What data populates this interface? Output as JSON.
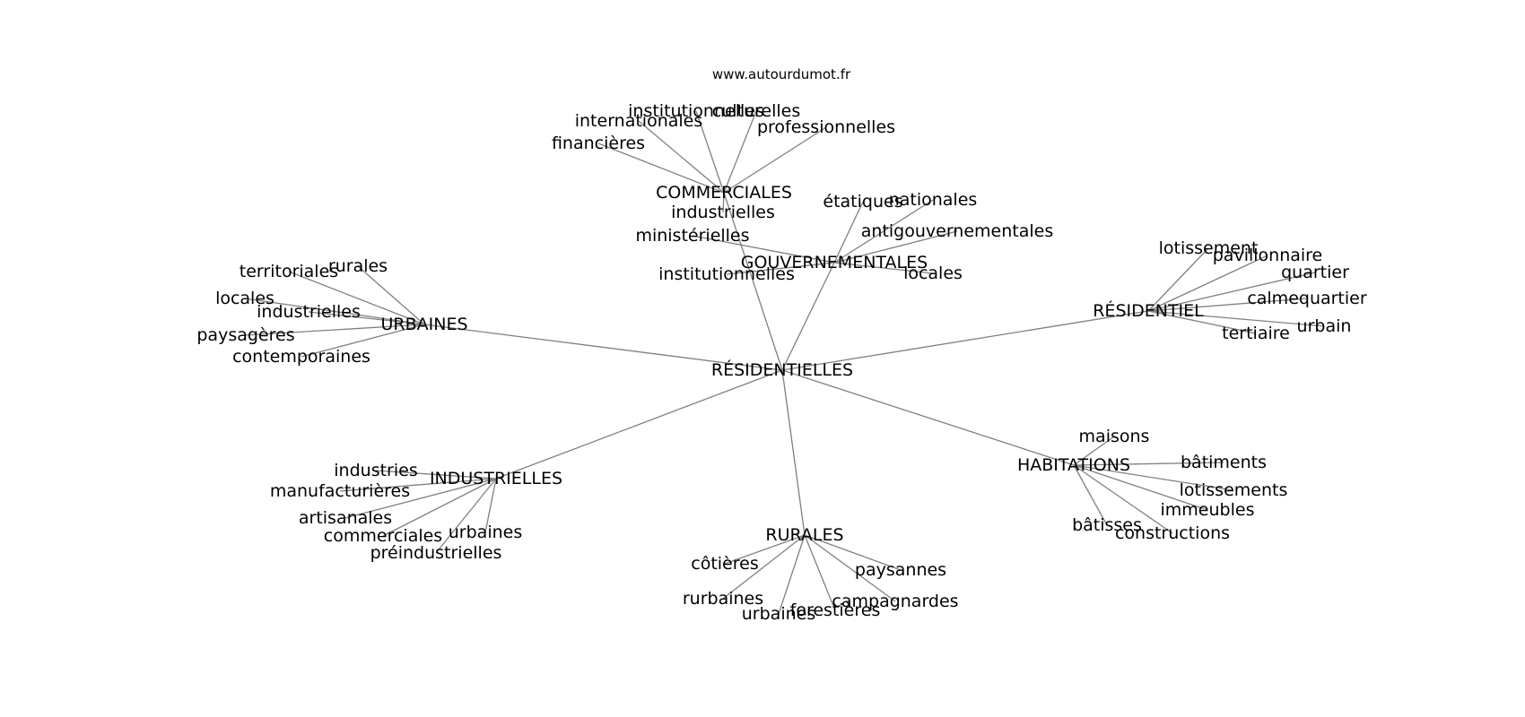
{
  "source": "www.autourdumot.fr",
  "center": "RÉSIDENTIELLES",
  "hubs": [
    {
      "id": "commerciales",
      "label": "COMMERCIALES",
      "leaves": [
        "financières",
        "internationales",
        "institutionnelles",
        "culturelles",
        "professionnelles",
        "industrielles"
      ]
    },
    {
      "id": "gouvernementales",
      "label": "GOUVERNEMENTALES",
      "leaves": [
        "étatiques",
        "nationales",
        "antigouvernementales",
        "ministérielles",
        "institutionnelles",
        "locales"
      ]
    },
    {
      "id": "urbaines",
      "label": "URBAINES",
      "leaves": [
        "territoriales",
        "rurales",
        "locales",
        "industrielles",
        "paysagères",
        "contemporaines"
      ]
    },
    {
      "id": "residentiel",
      "label": "RÉSIDENTIEL",
      "leaves": [
        "lotissement",
        "pavillonnaire",
        "quartier",
        "calmequartier",
        "urbain",
        "tertiaire"
      ]
    },
    {
      "id": "industrielles",
      "label": "INDUSTRIELLES",
      "leaves": [
        "industries",
        "manufacturières",
        "artisanales",
        "commerciales",
        "préindustrielles",
        "urbaines"
      ]
    },
    {
      "id": "rurales",
      "label": "RURALES",
      "leaves": [
        "côtières",
        "rurbaines",
        "urbaines",
        "forestières",
        "campagnardes",
        "paysannes"
      ]
    },
    {
      "id": "habitations",
      "label": "HABITATIONS",
      "leaves": [
        "maisons",
        "bâtiments",
        "lotissements",
        "immeubles",
        "bâtisses",
        "constructions"
      ]
    }
  ]
}
